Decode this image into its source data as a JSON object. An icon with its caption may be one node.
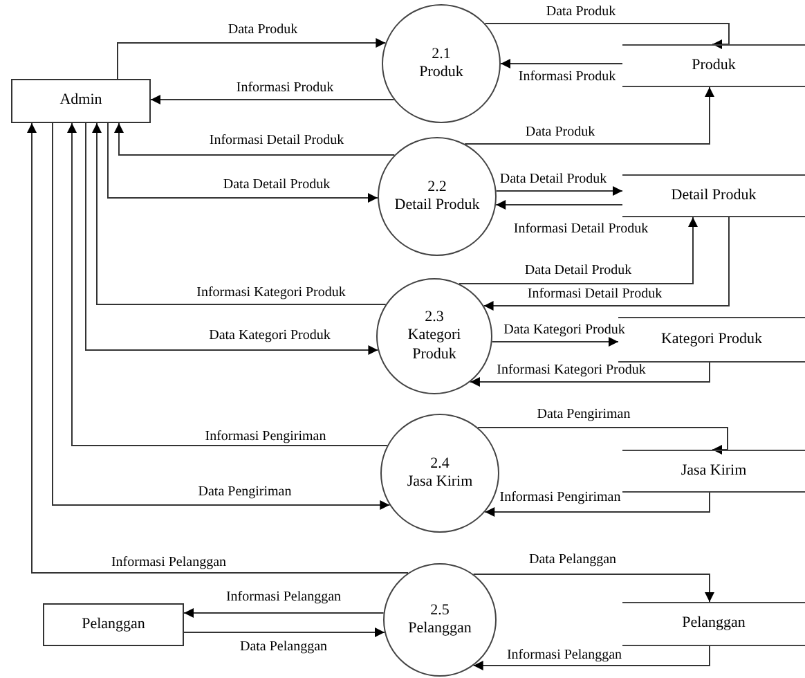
{
  "diagram": {
    "nodes": [
      {
        "text": [
          "Admin"
        ]
      },
      {
        "text": [
          "2.1",
          "Produk"
        ]
      },
      {
        "text": [
          "Produk"
        ]
      },
      {
        "text": [
          "2.2",
          "Detail Produk"
        ]
      },
      {
        "text": [
          "Detail Produk"
        ]
      },
      {
        "text": [
          "2.3",
          "Kategori Produk"
        ]
      },
      {
        "text": [
          "Kategori Produk"
        ]
      },
      {
        "text": [
          "2.4",
          "Jasa Kirim"
        ]
      },
      {
        "text": [
          "Jasa Kirim"
        ]
      },
      {
        "text": [
          "2.5",
          "Pelanggan"
        ]
      },
      {
        "text": [
          "Pelanggan"
        ]
      },
      {
        "text": [
          "Pelanggan"
        ]
      }
    ],
    "edges": [
      {
        "from": 0,
        "to": 1,
        "arrow": "to",
        "label": "Data Produk"
      },
      {
        "from": 1,
        "to": 0,
        "arrow": "to",
        "label": "Informasi Produk"
      },
      {
        "from": 1,
        "to": 2,
        "arrow": "to",
        "label": "Data Produk"
      },
      {
        "from": 2,
        "to": 1,
        "arrow": "to",
        "label": "Informasi Produk"
      },
      {
        "from": 3,
        "to": 2,
        "arrow": "to",
        "label": "Data Produk"
      },
      {
        "from": 3,
        "to": 0,
        "arrow": "to",
        "label": "Informasi Detail Produk"
      },
      {
        "from": 0,
        "to": 3,
        "arrow": "to",
        "label": "Data Detail Produk"
      },
      {
        "from": 3,
        "to": 4,
        "arrow": "to",
        "label": "Data Detail Produk"
      },
      {
        "from": 4,
        "to": 3,
        "arrow": "to",
        "label": "Informasi Detail Produk"
      },
      {
        "from": 5,
        "to": 4,
        "arrow": "to",
        "label": "Data Detail Produk"
      },
      {
        "from": 4,
        "to": 5,
        "arrow": "to",
        "label": "Informasi Detail Produk"
      },
      {
        "from": 5,
        "to": 0,
        "arrow": "to",
        "label": "Informasi Kategori Produk"
      },
      {
        "from": 0,
        "to": 5,
        "arrow": "to",
        "label": "Data Kategori Produk"
      },
      {
        "from": 5,
        "to": 6,
        "arrow": "to",
        "label": "Data Kategori Produk"
      },
      {
        "from": 6,
        "to": 5,
        "arrow": "to",
        "label": "Informasi Kategori Produk"
      },
      {
        "from": 7,
        "to": 0,
        "arrow": "to",
        "label": "Informasi Pengiriman"
      },
      {
        "from": 0,
        "to": 7,
        "arrow": "to",
        "label": "Data Pengiriman"
      },
      {
        "from": 7,
        "to": 8,
        "arrow": "to",
        "label": "Data Pengiriman"
      },
      {
        "from": 8,
        "to": 7,
        "arrow": "to",
        "label": "Informasi Pengiriman"
      },
      {
        "from": 9,
        "to": 0,
        "arrow": "to",
        "label": "Informasi Pelanggan"
      },
      {
        "from": 9,
        "to": 10,
        "arrow": "to",
        "label": "Informasi Pelanggan"
      },
      {
        "from": 10,
        "to": 9,
        "arrow": "to",
        "label": "Data Pelanggan"
      },
      {
        "from": 9,
        "to": 11,
        "arrow": "to",
        "label": "Data Pelanggan"
      },
      {
        "from": 11,
        "to": 9,
        "arrow": "to",
        "label": "Informasi Pelanggan"
      }
    ]
  }
}
